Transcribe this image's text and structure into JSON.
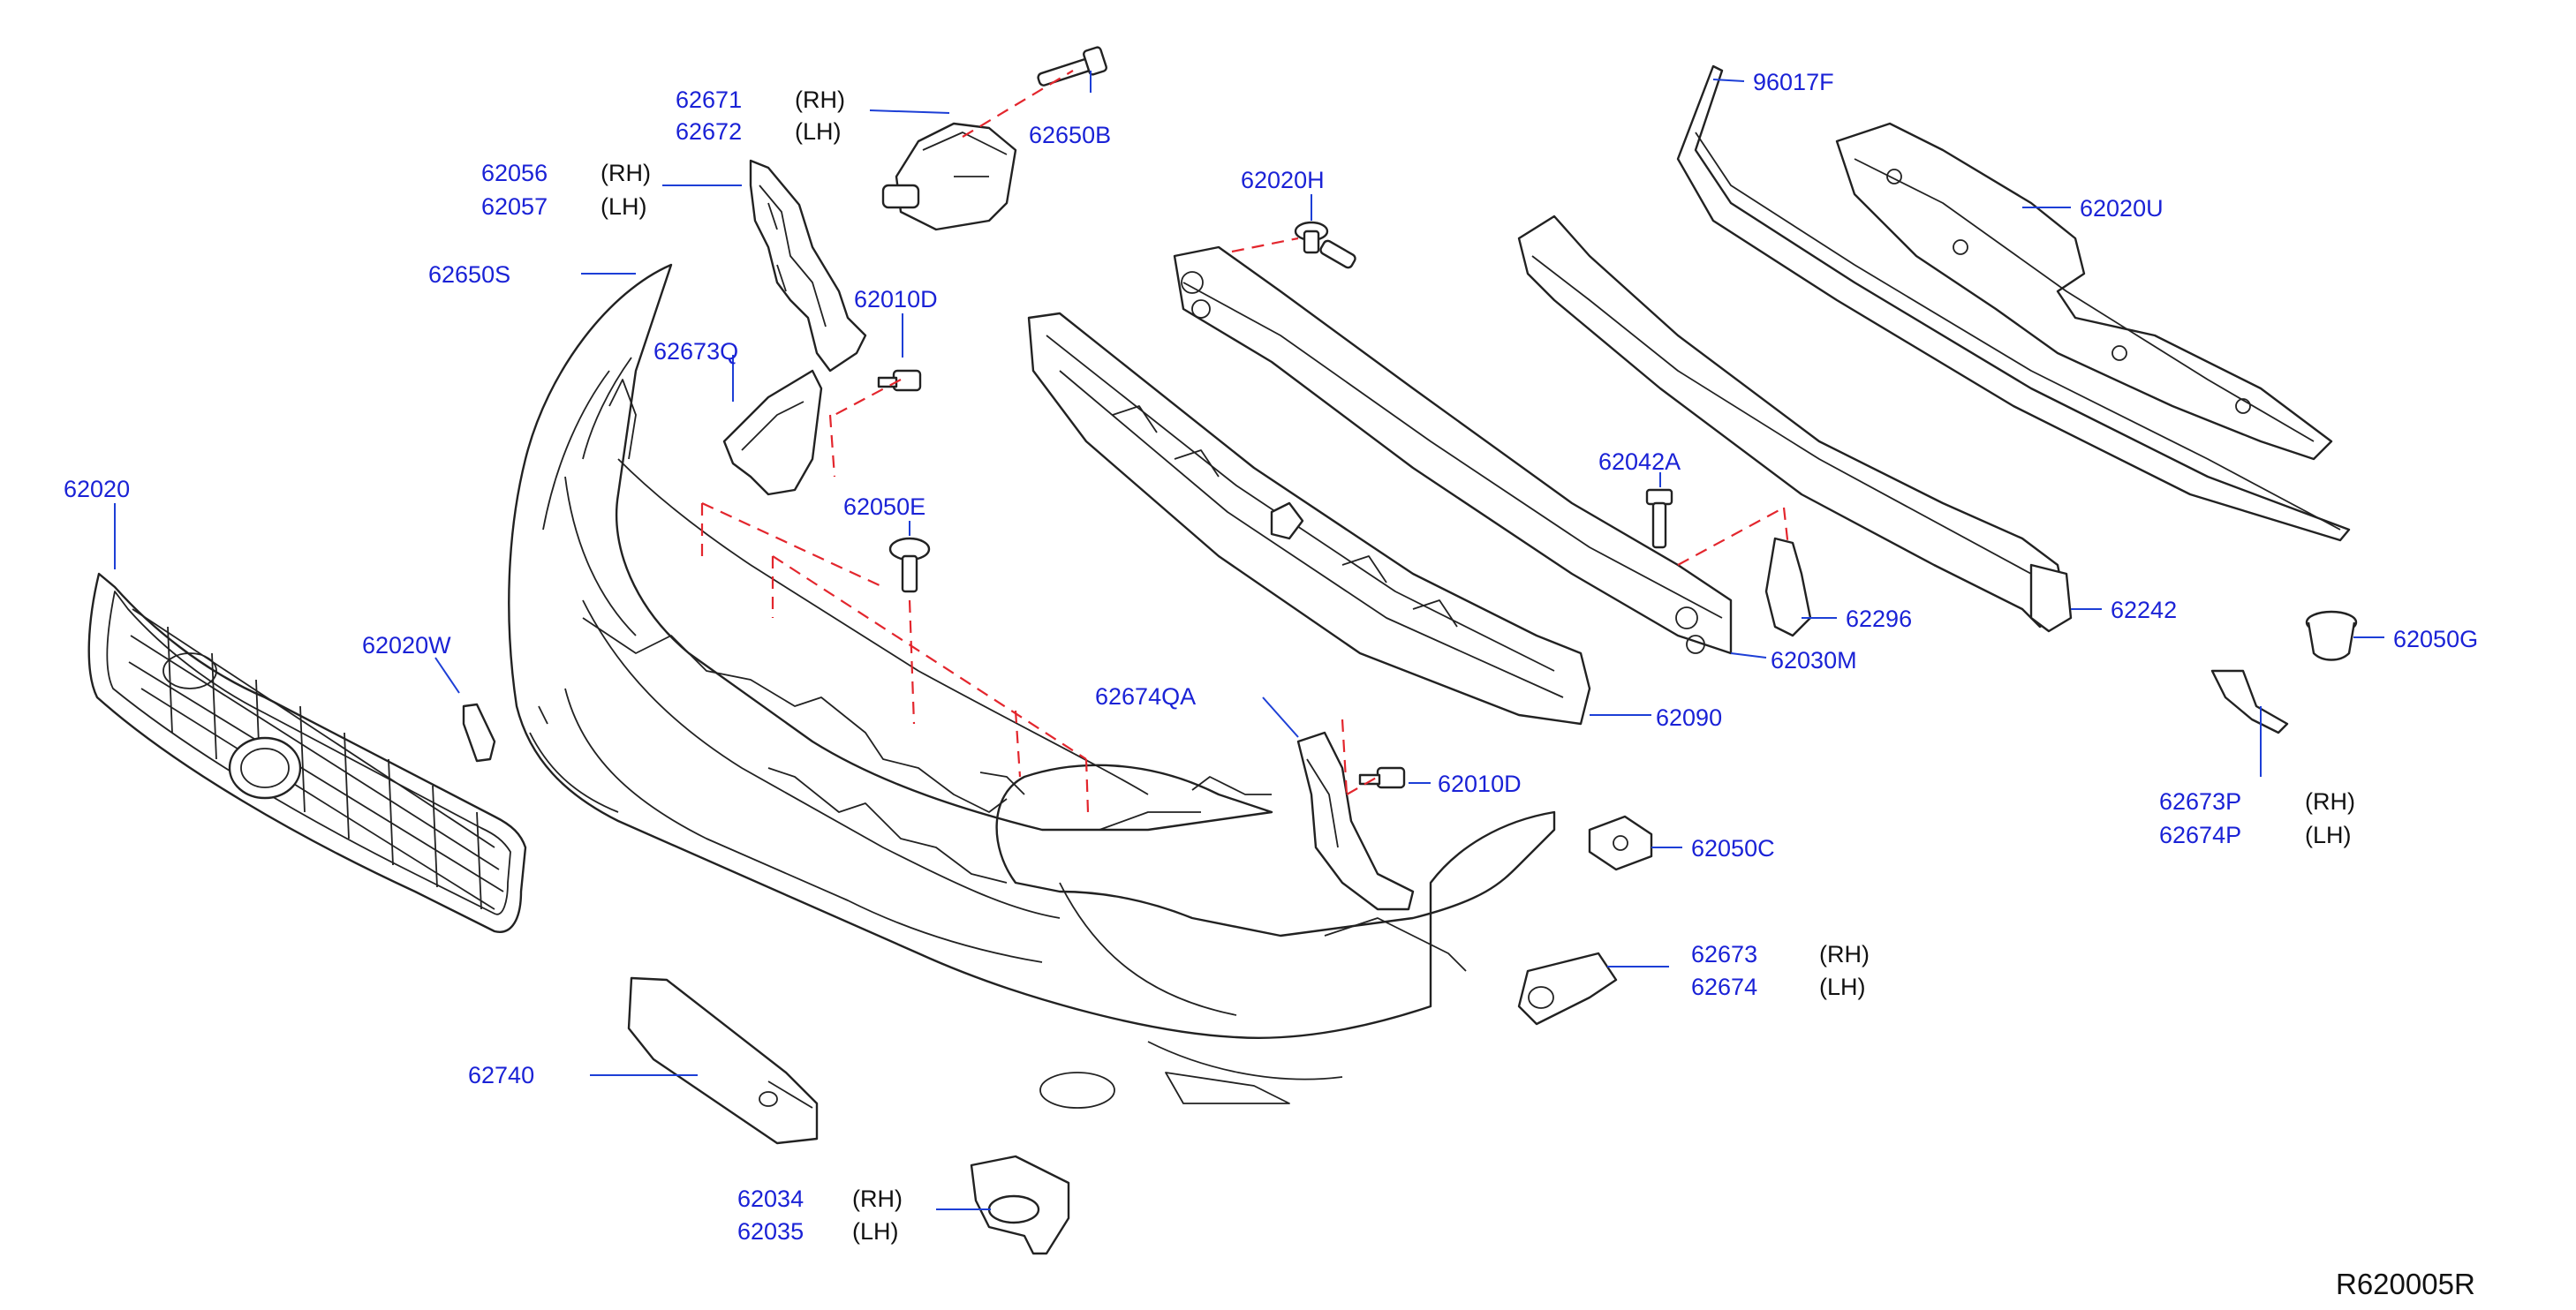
{
  "diagram_ref": "R620005R",
  "callouts": {
    "p62671": "62671",
    "p62672": "62672",
    "p62650B": "62650B",
    "p62056": "62056",
    "p62057": "62057",
    "p62650S": "62650S",
    "p62010D_top": "62010D",
    "p62673Q": "62673Q",
    "p62020": "62020",
    "p62050E": "62050E",
    "p62020W": "62020W",
    "p62674QA": "62674QA",
    "p62010D_mid": "62010D",
    "p62020H": "62020H",
    "p62042A": "62042A",
    "p62296": "62296",
    "p62090": "62090",
    "p62030M": "62030M",
    "p96017F": "96017F",
    "p62020U": "62020U",
    "p62242": "62242",
    "p62050G": "62050G",
    "p62673P": "62673P",
    "p62674P": "62674P",
    "p62050C": "62050C",
    "p62673": "62673",
    "p62674": "62674",
    "p62740": "62740",
    "p62034": "62034",
    "p62035": "62035"
  },
  "sides": {
    "rh": "(RH)",
    "lh": "(LH)"
  },
  "colors": {
    "callout": "#1a22d6",
    "leader": "#1d3fd6",
    "dashed": "#e3262d",
    "line": "#222222"
  }
}
